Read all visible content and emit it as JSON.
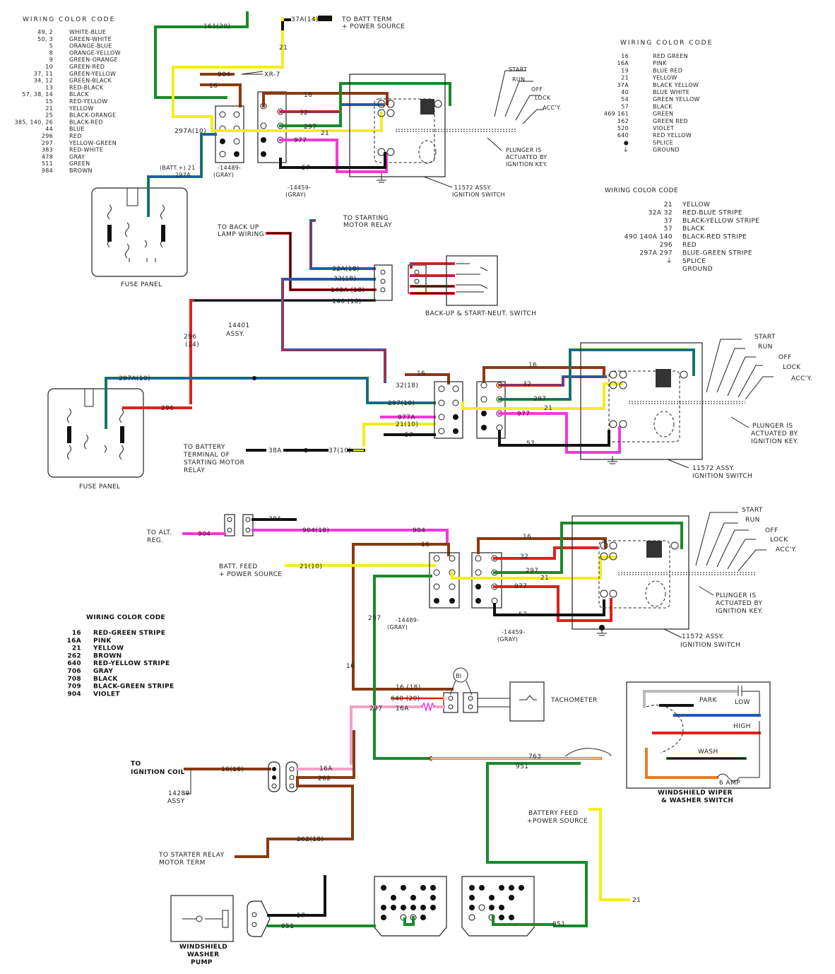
{
  "legend1": {
    "title": "WIRING COLOR CODE",
    "rows": [
      {
        "n": "49,   2",
        "c": "WHITE-BLUE"
      },
      {
        "n": "50,   3",
        "c": "GREEN-WHITE"
      },
      {
        "n": "5",
        "c": "ORANGE-BLUE"
      },
      {
        "n": "8",
        "c": "ORANGE-YELLOW"
      },
      {
        "n": "9",
        "c": "GREEN-ORANGE"
      },
      {
        "n": "10",
        "c": "GREEN-RED"
      },
      {
        "n": "37,   11",
        "c": "GREEN-YELLOW"
      },
      {
        "n": "34,   12",
        "c": "GREEN-BLACK"
      },
      {
        "n": "13",
        "c": "RED-BLACK"
      },
      {
        "n": "57,  38,   14",
        "c": "BLACK"
      },
      {
        "n": "15",
        "c": "RED-YELLOW"
      },
      {
        "n": "21",
        "c": "YELLOW"
      },
      {
        "n": "25",
        "c": "BLACK-ORANGE"
      },
      {
        "n": "385, 140,   26",
        "c": "BLACK-RED"
      },
      {
        "n": "44",
        "c": "BLUE"
      },
      {
        "n": "296",
        "c": "RED"
      },
      {
        "n": "297",
        "c": "YELLOW-GREEN"
      },
      {
        "n": "383",
        "c": "RED-WHITE"
      },
      {
        "n": "478",
        "c": "GRAY"
      },
      {
        "n": "511",
        "c": "GREEN"
      },
      {
        "n": "984",
        "c": "BROWN"
      }
    ]
  },
  "legend2": {
    "title": "WIRING COLOR CODE",
    "rows": [
      {
        "n": "16",
        "c": "RED GREEN"
      },
      {
        "n": "16A",
        "c": "PINK"
      },
      {
        "n": "19",
        "c": "BLUE RED"
      },
      {
        "n": "21",
        "c": "YELLOW"
      },
      {
        "n": "37A",
        "c": "BLACK YELLOW"
      },
      {
        "n": "40",
        "c": "BLUE WHITE"
      },
      {
        "n": "54",
        "c": "GREEN YELLOW"
      },
      {
        "n": "57",
        "c": "BLACK"
      },
      {
        "n": "469  161",
        "c": "GREEN"
      },
      {
        "n": "162",
        "c": "GREEN RED"
      },
      {
        "n": "520",
        "c": "VIOLET"
      },
      {
        "n": "640",
        "c": "RED YELLOW"
      },
      {
        "n": "●",
        "c": "SPLICE"
      },
      {
        "n": "⏚",
        "c": "GROUND"
      }
    ]
  },
  "legend3": {
    "title": "WIRING COLOR CODE",
    "rows": [
      {
        "n": "21",
        "c": "YELLOW"
      },
      {
        "n": "32A   32",
        "c": "RED-BLUE STRIPE"
      },
      {
        "n": "37",
        "c": "BLACK-YELLOW STRIPE"
      },
      {
        "n": "57",
        "c": "BLACK"
      },
      {
        "n": "490   140A   140",
        "c": "BLACK-RED STRIPE"
      },
      {
        "n": "296",
        "c": "RED"
      },
      {
        "n": "297A   297",
        "c": "BLUE-GREEN STRIPE"
      },
      {
        "n": "⏚",
        "c": "SPLICE"
      },
      {
        "n": "",
        "c": "GROUND"
      }
    ]
  },
  "legend4": {
    "title": "WIRING  COLOR  CODE",
    "rows": [
      {
        "n": "16",
        "c": "RED-GREEN STRIPE"
      },
      {
        "n": "16A",
        "c": "PINK"
      },
      {
        "n": "21",
        "c": "YELLOW"
      },
      {
        "n": "262",
        "c": "BROWN"
      },
      {
        "n": "640",
        "c": "RED-YELLOW STRIPE"
      },
      {
        "n": "706",
        "c": "GRAY"
      },
      {
        "n": "708",
        "c": "BLACK"
      },
      {
        "n": "709",
        "c": "BLACK-GREEN STRIPE"
      },
      {
        "n": "904",
        "c": "VIOLET"
      }
    ]
  },
  "d1": {
    "to_batt": "TO BATT TERM",
    "power_source": "+ POWER SOURCE",
    "w161": "161(20)",
    "w37a": "37A(14)",
    "w21": "21",
    "w904": "904",
    "xr7": "XR-7",
    "w16": "16",
    "w32": "32",
    "w297": "297",
    "w977": "977",
    "w57": "57",
    "w297a": "297A(10)",
    "batt": "(BATT.+) 21",
    "w297a_2": "297A",
    "c14489": "-14489-",
    "gray1": "(GRAY)",
    "c14459": "-14459-",
    "gray2": "(GRAY)",
    "start": "START",
    "run": "RUN",
    "off": "OFF",
    "lock": "LOCK",
    "accy": "ACC'Y.",
    "plunger1": "PLUNGER IS",
    "plunger2": "ACTUATED BY",
    "plunger3": "IGNITION KEY.",
    "assy1": "11572 ASSY.",
    "assy2": "IGNITION SWITCH",
    "fuse": "FUSE PANEL"
  },
  "d2": {
    "backup1": "TO BACK UP",
    "backup2": "LAMP WIRING",
    "starting1": "TO STARTING",
    "starting2": "MOTOR RELAY",
    "w32a": "32A(18)",
    "w32": "32(18)",
    "w140a": "140A (18)",
    "w140": "140  (18)",
    "switch": "BACK-UP & START-NEUT. SWITCH",
    "w296a": "296",
    "w296b": "(14)",
    "assy1": "14401",
    "assy2": "ASSY.",
    "w297a": "297A(10)",
    "w296": "296",
    "w16": "16",
    "w32b": "32(18)",
    "w297_10": "297(10)",
    "w977a": "977A",
    "w21_10": "21(10)",
    "w57": "57",
    "w16b": "16",
    "w32c": "32",
    "w297": "297",
    "w21": "21",
    "w977": "977",
    "w57b": "57",
    "batt1": "TO BATTERY",
    "batt2": "TERMINAL OF",
    "batt3": "STARTING MOTOR",
    "batt4": "RELAY",
    "w38a": "38A",
    "w37": "37(10)",
    "start": "START",
    "run": "RUN",
    "off": "OFF",
    "lock": "LOCK",
    "accy": "ACC'Y.",
    "plunger1": "PLUNGER IS",
    "plunger2": "ACTUATED BY",
    "plunger3": "IGNITION KEY.",
    "assy3": "11572 ASSY.",
    "assy4": "IGNITION SWITCH",
    "fuse": "FUSE PANEL"
  },
  "d3": {
    "w38a": "38A",
    "alt1": "TO ALT.",
    "alt2": "REG.",
    "w904a": "904",
    "w904_18": "904(18)",
    "w904b": "904",
    "w16a": "16",
    "w16b": "16",
    "batt1": "BATT. FEED",
    "batt2": "+ POWER SOURCE",
    "w21_10": "21(10)",
    "w32": "32",
    "w297": "297",
    "w21": "21",
    "w977": "977",
    "w57": "57",
    "c14489": "-14489-",
    "gray1": "(GRAY)",
    "c14459": "-14459-",
    "gray2": "(GRAY)",
    "w297v": "297",
    "w16v": "16",
    "start": "START",
    "run": "RUN",
    "off": "OFF",
    "lock": "LOCK",
    "accy": "ACC'Y.",
    "plunger1": "PLUNGER IS",
    "plunger2": "ACTUATED BY",
    "plunger3": "IGNITION KEY.",
    "assy1": "11572 ASSY.",
    "assy2": "IGNITION SWITCH",
    "bi": "BI",
    "w16_18": "16 (18)",
    "w640": "640 (20)",
    "w297b": "297",
    "w16A": "16A",
    "tach": "TACHOMETER",
    "coil1": "TO",
    "coil2": "IGNITION COIL",
    "w16_18b": "16(18)",
    "w16Ab": "16A",
    "w262": "262",
    "assy14289a": "14289",
    "assy14289b": "ASSY",
    "w763": "763",
    "w951": "951",
    "park": "PARK",
    "low": "LOW",
    "high": "HIGH",
    "wash": "WASH",
    "amp": "6 AMP",
    "wiper1": "WINDSHIELD WIPER",
    "wiper2": "& WASHER SWITCH",
    "bfeed1": "BATTERY FEED",
    "bfeed2": "+POWER SOURCE",
    "w262_18": "262(18)",
    "starter1": "TO STARTER RELAY",
    "starter2": "MOTOR  TERM",
    "w21b": "21",
    "w951b": "951",
    "w951c": "951",
    "pump1": "WINDSHIELD",
    "pump2": "WASHER",
    "pump3": "PUMP"
  },
  "colors": {
    "red": "#e0201c",
    "green": "#1a8a2a",
    "yellow": "#f2ee1c",
    "brown": "#8b3a12",
    "magenta": "#f23ad8",
    "blue": "#1e5ab4",
    "black": "#111111",
    "orange": "#f07a1e",
    "pink": "#f2a0c8",
    "gray": "#bbbbbb"
  }
}
